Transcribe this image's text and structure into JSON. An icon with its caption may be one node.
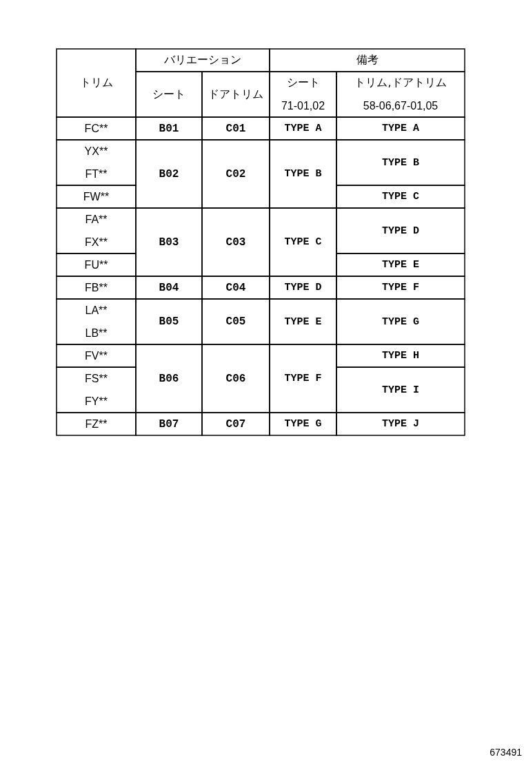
{
  "diagram": {
    "labels": [
      "トリム",
      "バリエーション",
      "備考",
      "シート",
      "ドアトリム",
      "シート",
      "71-01,02",
      "トリム,ドアトリム",
      "58-06,67-01,05",
      "FC**",
      "B01",
      "C01",
      "TYPE A",
      "TYPE A",
      "YX** FT**",
      "B02",
      "C02",
      "TYPE B",
      "TYPE B",
      "FW**",
      "TYPE C",
      "FA** FX**",
      "B03",
      "C03",
      "TYPE C",
      "TYPE D",
      "FU**",
      "TYPE E",
      "FB**",
      "B04",
      "C04",
      "TYPE D",
      "TYPE F",
      "LA** LB**",
      "B05",
      "C05",
      "TYPE E",
      "TYPE G",
      "FV**",
      "B06",
      "C06",
      "TYPE F",
      "TYPE H",
      "FS** FY**",
      "TYPE I",
      "FZ**",
      "B07",
      "C07",
      "TYPE G",
      "TYPE J",
      "673491"
    ]
  }
}
